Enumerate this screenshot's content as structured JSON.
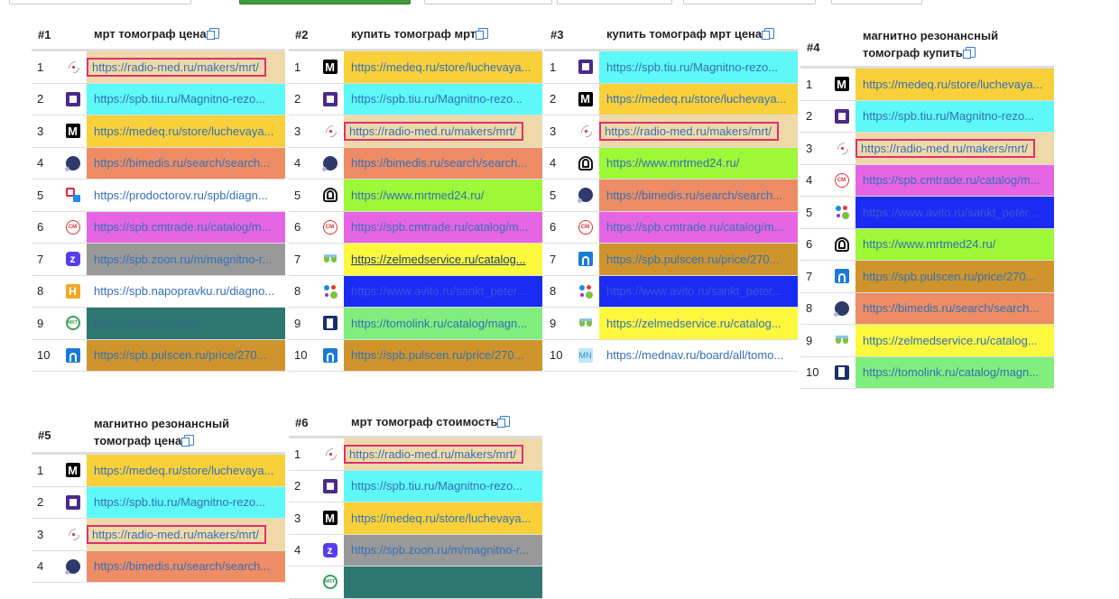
{
  "sites": {
    "radiomed": {
      "color": "#f0d9a8",
      "icon": "radio-wave-icon"
    },
    "tiu": {
      "color": "#5ef8f8",
      "icon": "tiu-square-icon"
    },
    "medeq": {
      "color": "#f9d03a",
      "icon": "medeq-m-icon"
    },
    "bimedis": {
      "color": "#ee8c65",
      "icon": "bimedis-circle-icon"
    },
    "prodoctorov": {
      "color": "#ffffff",
      "icon": "prodoctorov-icon"
    },
    "cmtrade": {
      "color": "#e565e5",
      "icon": "cmtrade-cm-icon"
    },
    "zoon": {
      "color": "#999999",
      "icon": "zoon-z-icon"
    },
    "napopravku": {
      "color": "#ffffff",
      "icon": "napopravku-h-icon"
    },
    "vsemrt": {
      "color": "#2e7672",
      "icon": "vsemrt-icon"
    },
    "pulscen": {
      "color": "#cf952c",
      "icon": "pulscen-arch-icon"
    },
    "mrtmed24": {
      "color": "#9ef737",
      "icon": "mrtmed24-icon"
    },
    "zelmed": {
      "color": "#fcf83e",
      "icon": "zelmedservice-icon"
    },
    "avito": {
      "color": "#1a2cf3",
      "icon": "avito-dots-icon"
    },
    "tomolink": {
      "color": "#80ee7c",
      "icon": "tomolink-icon"
    },
    "mednav": {
      "color": "#ffffff",
      "icon": "mednav-mn-icon"
    }
  },
  "icon_text": {
    "medeq": "M",
    "cmtrade": "CM",
    "zoon": "z",
    "napopravku": "H",
    "vsemrt": "MRT",
    "mednav": "MN"
  },
  "tables": [
    {
      "num": "#1",
      "keyword": "мрт томограф цена",
      "rows": [
        {
          "rank": "1",
          "site": "radiomed",
          "url": "https://radio-med.ru/makers/mrt/",
          "hl": true
        },
        {
          "rank": "2",
          "site": "tiu",
          "url": "https://spb.tiu.ru/Magnitno-rezo..."
        },
        {
          "rank": "3",
          "site": "medeq",
          "url": "https://medeq.ru/store/luchevaya..."
        },
        {
          "rank": "4",
          "site": "bimedis",
          "url": "https://bimedis.ru/search/search..."
        },
        {
          "rank": "5",
          "site": "prodoctorov",
          "url": "https://prodoctorov.ru/spb/diagn..."
        },
        {
          "rank": "6",
          "site": "cmtrade",
          "url": "https://spb.cmtrade.ru/catalog/m..."
        },
        {
          "rank": "7",
          "site": "zoon",
          "url": "https://spb.zoon.ru/m/magnitno-r..."
        },
        {
          "rank": "8",
          "site": "napopravku",
          "url": "https://spb.napopravku.ru/diagno..."
        },
        {
          "rank": "9",
          "site": "vsemrt",
          "url": "https://vsemrt.ru/mrt/"
        },
        {
          "rank": "10",
          "site": "pulscen",
          "url": "https://spb.pulscen.ru/price/270..."
        }
      ]
    },
    {
      "num": "#2",
      "keyword": "купить томограф мрт",
      "rows": [
        {
          "rank": "1",
          "site": "medeq",
          "url": "https://medeq.ru/store/luchevaya..."
        },
        {
          "rank": "2",
          "site": "tiu",
          "url": "https://spb.tiu.ru/Magnitno-rezo..."
        },
        {
          "rank": "3",
          "site": "radiomed",
          "url": "https://radio-med.ru/makers/mrt/",
          "hl": true
        },
        {
          "rank": "4",
          "site": "bimedis",
          "url": "https://bimedis.ru/search/search..."
        },
        {
          "rank": "5",
          "site": "mrtmed24",
          "url": "https://www.mrtmed24.ru/"
        },
        {
          "rank": "6",
          "site": "cmtrade",
          "url": "https://spb.cmtrade.ru/catalog/m..."
        },
        {
          "rank": "7",
          "site": "zelmed",
          "url": "https://zelmedservice.ru/catalog...",
          "hover": true
        },
        {
          "rank": "8",
          "site": "avito",
          "url": "https://www.avito.ru/sankt_peter..."
        },
        {
          "rank": "9",
          "site": "tomolink",
          "url": "https://tomolink.ru/catalog/magn..."
        },
        {
          "rank": "10",
          "site": "pulscen",
          "url": "https://spb.pulscen.ru/price/270..."
        }
      ]
    },
    {
      "num": "#3",
      "keyword": "купить томограф мрт цена",
      "rows": [
        {
          "rank": "1",
          "site": "tiu",
          "url": "https://spb.tiu.ru/Magnitno-rezo..."
        },
        {
          "rank": "2",
          "site": "medeq",
          "url": "https://medeq.ru/store/luchevaya..."
        },
        {
          "rank": "3",
          "site": "radiomed",
          "url": "https://radio-med.ru/makers/mrt/",
          "hl": true
        },
        {
          "rank": "4",
          "site": "mrtmed24",
          "url": "https://www.mrtmed24.ru/"
        },
        {
          "rank": "5",
          "site": "bimedis",
          "url": "https://bimedis.ru/search/search..."
        },
        {
          "rank": "6",
          "site": "cmtrade",
          "url": "https://spb.cmtrade.ru/catalog/m..."
        },
        {
          "rank": "7",
          "site": "pulscen",
          "url": "https://spb.pulscen.ru/price/270..."
        },
        {
          "rank": "8",
          "site": "avito",
          "url": "https://www.avito.ru/sankt_peter..."
        },
        {
          "rank": "9",
          "site": "zelmed",
          "url": "https://zelmedservice.ru/catalog..."
        },
        {
          "rank": "10",
          "site": "mednav",
          "url": "https://mednav.ru/board/all/tomo..."
        }
      ]
    },
    {
      "num": "#4",
      "keyword": "магнитно резонансный томограф купить",
      "rows": [
        {
          "rank": "1",
          "site": "medeq",
          "url": "https://medeq.ru/store/luchevaya..."
        },
        {
          "rank": "2",
          "site": "tiu",
          "url": "https://spb.tiu.ru/Magnitno-rezo..."
        },
        {
          "rank": "3",
          "site": "radiomed",
          "url": "https://radio-med.ru/makers/mrt/",
          "hl": true
        },
        {
          "rank": "4",
          "site": "cmtrade",
          "url": "https://spb.cmtrade.ru/catalog/m..."
        },
        {
          "rank": "5",
          "site": "avito",
          "url": "https://www.avito.ru/sankt_peter..."
        },
        {
          "rank": "6",
          "site": "mrtmed24",
          "url": "https://www.mrtmed24.ru/"
        },
        {
          "rank": "7",
          "site": "pulscen",
          "url": "https://spb.pulscen.ru/price/270..."
        },
        {
          "rank": "8",
          "site": "bimedis",
          "url": "https://bimedis.ru/search/search..."
        },
        {
          "rank": "9",
          "site": "zelmed",
          "url": "https://zelmedservice.ru/catalog..."
        },
        {
          "rank": "10",
          "site": "tomolink",
          "url": "https://tomolink.ru/catalog/magn..."
        }
      ]
    },
    {
      "num": "#5",
      "keyword": "магнитно резонансный томограф цена",
      "rows": [
        {
          "rank": "1",
          "site": "medeq",
          "url": "https://medeq.ru/store/luchevaya..."
        },
        {
          "rank": "2",
          "site": "tiu",
          "url": "https://spb.tiu.ru/Magnitno-rezo..."
        },
        {
          "rank": "3",
          "site": "radiomed",
          "url": "https://radio-med.ru/makers/mrt/",
          "hl": true
        },
        {
          "rank": "4",
          "site": "bimedis",
          "url": "https://bimedis.ru/search/search..."
        }
      ]
    },
    {
      "num": "#6",
      "keyword": "мрт томограф стоимость",
      "rows": [
        {
          "rank": "1",
          "site": "radiomed",
          "url": "https://radio-med.ru/makers/mrt/",
          "hl": true
        },
        {
          "rank": "2",
          "site": "tiu",
          "url": "https://spb.tiu.ru/Magnitno-rezo..."
        },
        {
          "rank": "3",
          "site": "medeq",
          "url": "https://medeq.ru/store/luchevaya..."
        },
        {
          "rank": "4",
          "site": "zoon",
          "url": "https://spb.zoon.ru/m/magnitno-r..."
        },
        {
          "rank": "",
          "site": "vsemrt",
          "url": ""
        }
      ]
    }
  ]
}
